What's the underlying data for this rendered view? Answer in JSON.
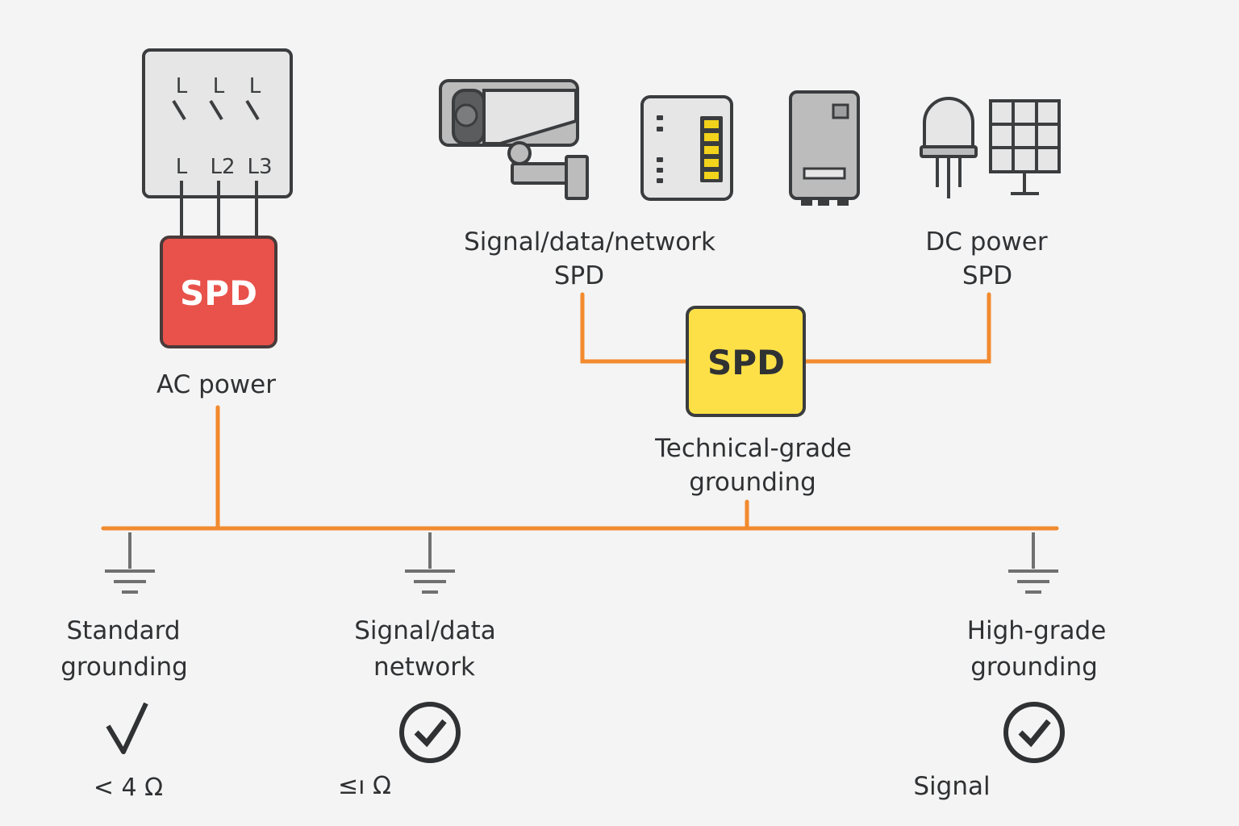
{
  "ac_breaker": {
    "top_labels": [
      "L",
      "L",
      "L"
    ],
    "bottom_labels": [
      "L",
      "L2",
      "L3"
    ]
  },
  "spd_ac": {
    "label": "SPD",
    "color": "#e8524a"
  },
  "spd_technical": {
    "label": "SPD",
    "color": "#fde047"
  },
  "labels": {
    "ac_power": "AC power",
    "signal_spd_line1": "Signal/data/network",
    "signal_spd_line2": "SPD",
    "dc_spd_line1": "DC power",
    "dc_spd_line2": "SPD",
    "technical_line1": "Technical-grade",
    "technical_line2": "grounding"
  },
  "groundings": [
    {
      "line1": "Standard",
      "line2": "grounding",
      "mark": "checkmark-icon",
      "value": "< 4 Ω"
    },
    {
      "line1": "Signal/data",
      "line2": "network",
      "mark": "check-circle-icon",
      "value": "≤ı Ω"
    },
    {
      "line1": "High-grade",
      "line2": "grounding",
      "mark": "check-circle-icon",
      "value": "Signal"
    }
  ],
  "icons": [
    "security-camera-icon",
    "network-switch-icon",
    "server-cabinet-icon",
    "led-bulb-icon",
    "solar-panel-icon"
  ],
  "colors": {
    "background": "#f4f4f4",
    "ground_bus": "#f28a2e",
    "spd_red": "#e8524a",
    "spd_yellow": "#fde047",
    "led_yellow": "#f2d21b",
    "device_gray": "#bcbcbc"
  }
}
